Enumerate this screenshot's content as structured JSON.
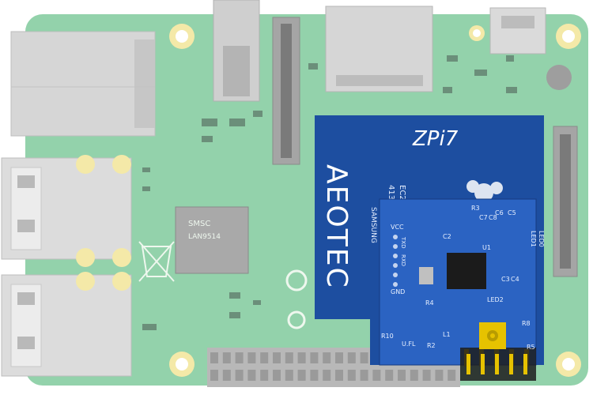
{
  "board": {
    "brand_logo": "ZPi7",
    "vendor_logo": "AEOTEC",
    "chip_maker": "SMSC",
    "chip_model": "LAN9514",
    "ram_brand": "SAMSUNG",
    "ram_code": "413",
    "ram_code2": "EC2"
  },
  "silkscreen": {
    "vcc": "VCC",
    "gnd": "GND",
    "ufl": "U.FL",
    "r10": "R10",
    "r2": "R2",
    "r3": "R3",
    "r4": "R4",
    "r5": "R5",
    "r8": "R8",
    "c5": "C5",
    "c6": "C6",
    "c7": "C7",
    "c8": "C8",
    "c3": "C3",
    "c4": "C4",
    "c2": "C2",
    "l1": "L1",
    "u1": "U1",
    "led1": "LED1",
    "led0": "LED0",
    "led2": "LED2",
    "txd": "TXD",
    "rxd": "RXD"
  },
  "colors": {
    "pcb_green": "#93d2ab",
    "module_blue": "#1d4ea0",
    "connector_gray": "#d3d3d3",
    "gold": "#e6c200"
  }
}
